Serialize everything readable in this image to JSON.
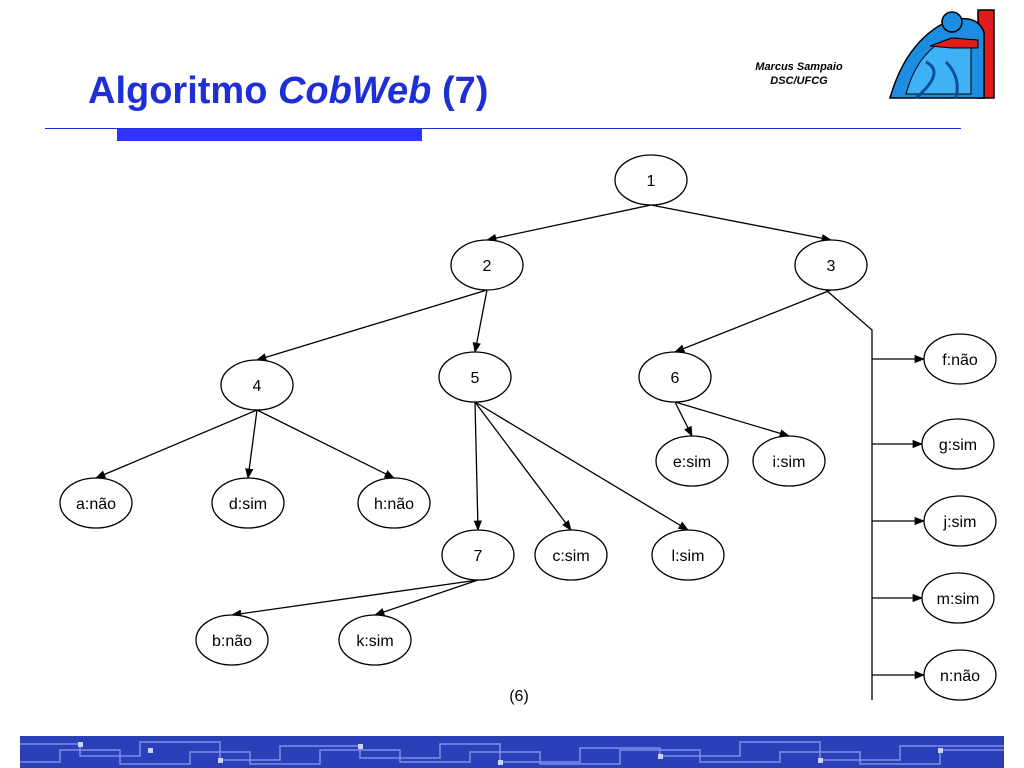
{
  "header": {
    "title_main": "Algoritmo ",
    "title_italic": "CobWeb",
    "title_suffix": " (7)",
    "author_line1": "Marcus Sampaio",
    "author_line2": "DSC/UFCG"
  },
  "tree": {
    "nodes": [
      {
        "id": "n1",
        "label": "1"
      },
      {
        "id": "n2",
        "label": "2"
      },
      {
        "id": "n3",
        "label": "3"
      },
      {
        "id": "n4",
        "label": "4"
      },
      {
        "id": "n5",
        "label": "5"
      },
      {
        "id": "n6",
        "label": "6"
      },
      {
        "id": "n7",
        "label": "7"
      },
      {
        "id": "a",
        "label": "a:não"
      },
      {
        "id": "d",
        "label": "d:sim"
      },
      {
        "id": "h",
        "label": "h:não"
      },
      {
        "id": "c",
        "label": "c:sim"
      },
      {
        "id": "l",
        "label": "l:sim"
      },
      {
        "id": "e",
        "label": "e:sim"
      },
      {
        "id": "i",
        "label": "i:sim"
      },
      {
        "id": "b",
        "label": "b:não"
      },
      {
        "id": "k",
        "label": "k:sim"
      },
      {
        "id": "f",
        "label": "f:não"
      },
      {
        "id": "g",
        "label": "g:sim"
      },
      {
        "id": "j",
        "label": "j:sim"
      },
      {
        "id": "m",
        "label": "m:sim"
      },
      {
        "id": "n",
        "label": "n:não"
      }
    ],
    "edges": [
      [
        "n1",
        "n2"
      ],
      [
        "n1",
        "n3"
      ],
      [
        "n2",
        "n4"
      ],
      [
        "n2",
        "n5"
      ],
      [
        "n3",
        "n6"
      ],
      [
        "n4",
        "a"
      ],
      [
        "n4",
        "d"
      ],
      [
        "n4",
        "h"
      ],
      [
        "n5",
        "n7"
      ],
      [
        "n5",
        "c"
      ],
      [
        "n5",
        "l"
      ],
      [
        "n6",
        "e"
      ],
      [
        "n6",
        "i"
      ],
      [
        "n7",
        "b"
      ],
      [
        "n7",
        "k"
      ]
    ],
    "bus_parent": "n3",
    "bus_children": [
      "f",
      "g",
      "j",
      "m",
      "n"
    ]
  },
  "caption": "(6)",
  "colors": {
    "title": "#1e2fd6",
    "rule": "#1e2fd6",
    "accent_bar": "#3333ff",
    "footer": "#2a3fb8"
  }
}
